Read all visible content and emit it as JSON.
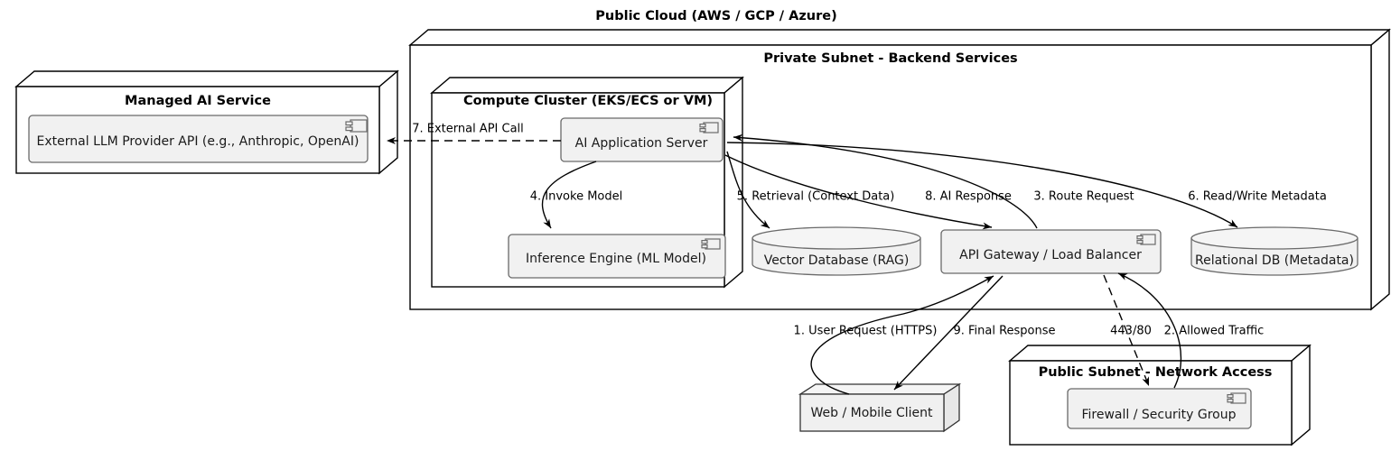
{
  "diagram": {
    "title": "Public Cloud (AWS / GCP / Azure)",
    "colors": {
      "background": "#ffffff",
      "stroke": "#000000",
      "component_fill": "#f1f1f1",
      "component_stroke": "#6a6a6a",
      "node_fill": "#f0f0f0",
      "node_stroke": "#333333"
    },
    "containers": [
      {
        "id": "managed-ai-service",
        "title": "Managed AI Service",
        "kind": "node-3d"
      },
      {
        "id": "private-subnet",
        "title": "Private Subnet - Backend Services",
        "kind": "node-3d"
      },
      {
        "id": "compute-cluster",
        "title": "Compute Cluster (EKS/ECS or VM)",
        "kind": "node-3d"
      },
      {
        "id": "public-subnet",
        "title": "Public Subnet - Network Access",
        "kind": "node-3d"
      }
    ],
    "components": [
      {
        "id": "external-llm",
        "label": "External LLM Provider API (e.g., Anthropic, OpenAI)",
        "kind": "component",
        "icon": "component-icon"
      },
      {
        "id": "ai-app-server",
        "label": "AI Application Server",
        "kind": "component",
        "icon": "component-icon"
      },
      {
        "id": "inference-engine",
        "label": "Inference Engine (ML Model)",
        "kind": "component",
        "icon": "component-icon"
      },
      {
        "id": "api-gateway",
        "label": "API Gateway / Load Balancer",
        "kind": "component",
        "icon": "component-icon"
      },
      {
        "id": "firewall",
        "label": "Firewall / Security Group",
        "kind": "component",
        "icon": "component-icon"
      },
      {
        "id": "vector-db",
        "label": "Vector Database (RAG)",
        "kind": "database-cylinder"
      },
      {
        "id": "relational-db",
        "label": "Relational DB (Metadata)",
        "kind": "database-cylinder"
      },
      {
        "id": "web-client",
        "label": "Web / Mobile Client",
        "kind": "node-3d-small"
      }
    ],
    "edges": [
      {
        "id": "e1",
        "label": "1. User Request (HTTPS)",
        "style": "solid",
        "from": "web-client",
        "to": "api-gateway"
      },
      {
        "id": "e2",
        "label": "2. Allowed Traffic",
        "style": "solid",
        "from": "firewall",
        "to": "api-gateway"
      },
      {
        "id": "e3",
        "label": "3. Route Request",
        "style": "solid",
        "from": "api-gateway",
        "to": "ai-app-server"
      },
      {
        "id": "e4",
        "label": "4. Invoke Model",
        "style": "solid",
        "from": "ai-app-server",
        "to": "inference-engine"
      },
      {
        "id": "e5",
        "label": "5. Retrieval (Context Data)",
        "style": "solid",
        "from": "ai-app-server",
        "to": "vector-db"
      },
      {
        "id": "e6",
        "label": "6. Read/Write Metadata",
        "style": "solid",
        "from": "ai-app-server",
        "to": "relational-db"
      },
      {
        "id": "e7",
        "label": "7. External API Call",
        "style": "dashed",
        "from": "ai-app-server",
        "to": "external-llm"
      },
      {
        "id": "e8",
        "label": "8. AI Response",
        "style": "solid",
        "from": "ai-app-server",
        "to": "api-gateway"
      },
      {
        "id": "e9",
        "label": "9. Final Response",
        "style": "solid",
        "from": "api-gateway",
        "to": "web-client"
      },
      {
        "id": "e10",
        "label": "443/80",
        "style": "dashed",
        "from": "api-gateway",
        "to": "firewall"
      }
    ]
  }
}
